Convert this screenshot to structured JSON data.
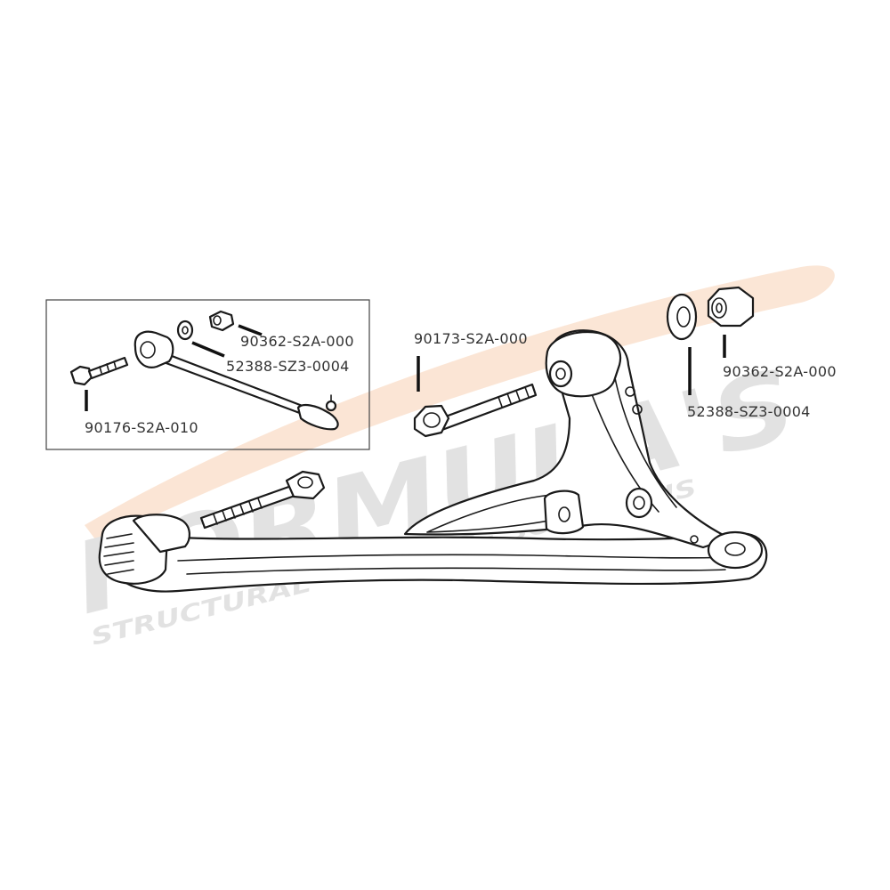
{
  "colors": {
    "background": "#ffffff",
    "ink": "#1a1a1a",
    "label": "#333333",
    "bushing_highlight": "#b5651d",
    "watermark_orange": "#f2a66a",
    "watermark_grey": "#9a9a9a"
  },
  "watermark": {
    "main": "FORMULA'S",
    "sub": "STRUCTURAL · CIRCUIT · SOLUTIONS"
  },
  "inset": {
    "labels": {
      "nut": "90362-S2A-000",
      "bushing": "52388-SZ3-0004",
      "bolt": "90176-S2A-010"
    }
  },
  "main": {
    "labels": {
      "bolt": "90173-S2A-000",
      "nut": "90362-S2A-000",
      "bushing": "52388-SZ3-0004"
    }
  }
}
